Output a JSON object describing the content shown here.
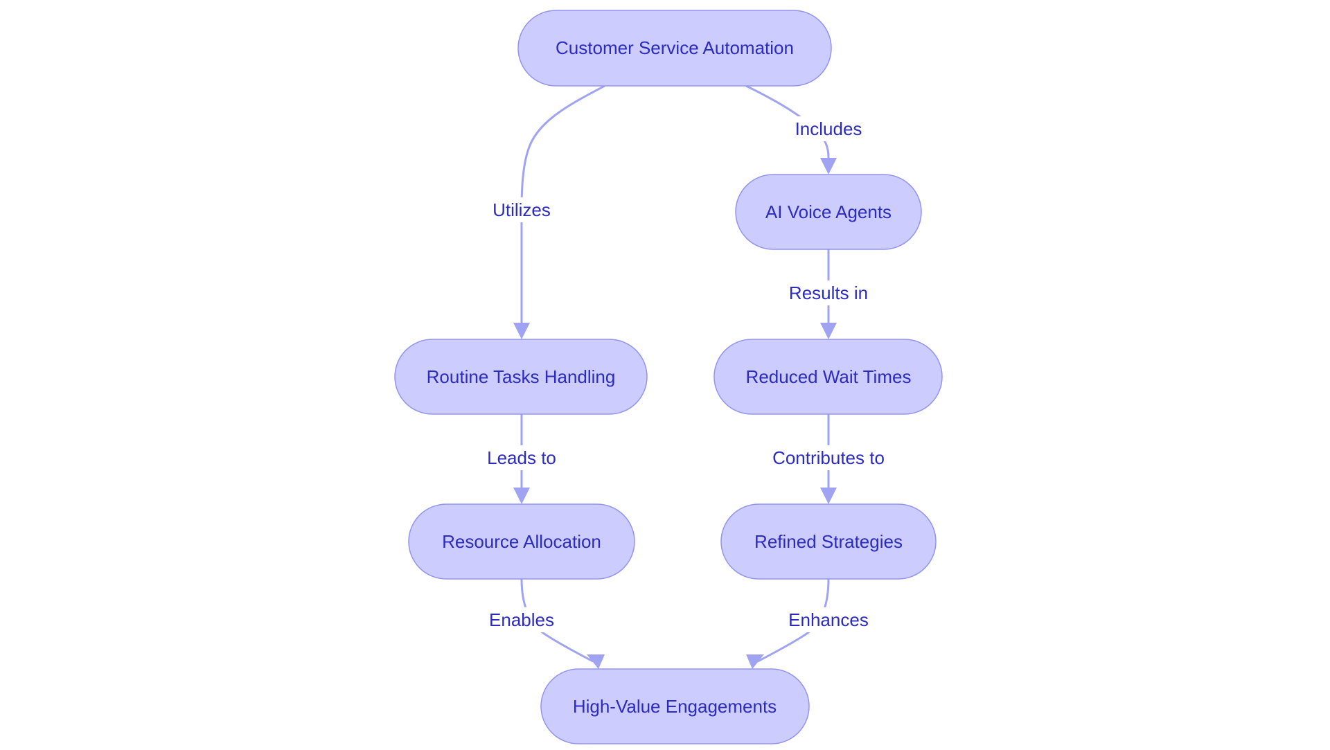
{
  "colors": {
    "node_fill": "#ccccff",
    "node_stroke": "#9393f0",
    "edge_color": "#a0a3f2",
    "text_color": "#2b2bbf",
    "background": "#ffffff"
  },
  "nodes": {
    "csa": "Customer Service Automation",
    "ava": "AI Voice Agents",
    "rth": "Routine Tasks Handling",
    "rwt": "Reduced Wait Times",
    "ra": "Resource Allocation",
    "rs": "Refined Strategies",
    "hve": "High-Value Engagements"
  },
  "edges": {
    "utilizes": "Utilizes",
    "includes": "Includes",
    "results_in": "Results in",
    "leads_to": "Leads to",
    "contributes_to": "Contributes to",
    "enables": "Enables",
    "enhances": "Enhances"
  }
}
